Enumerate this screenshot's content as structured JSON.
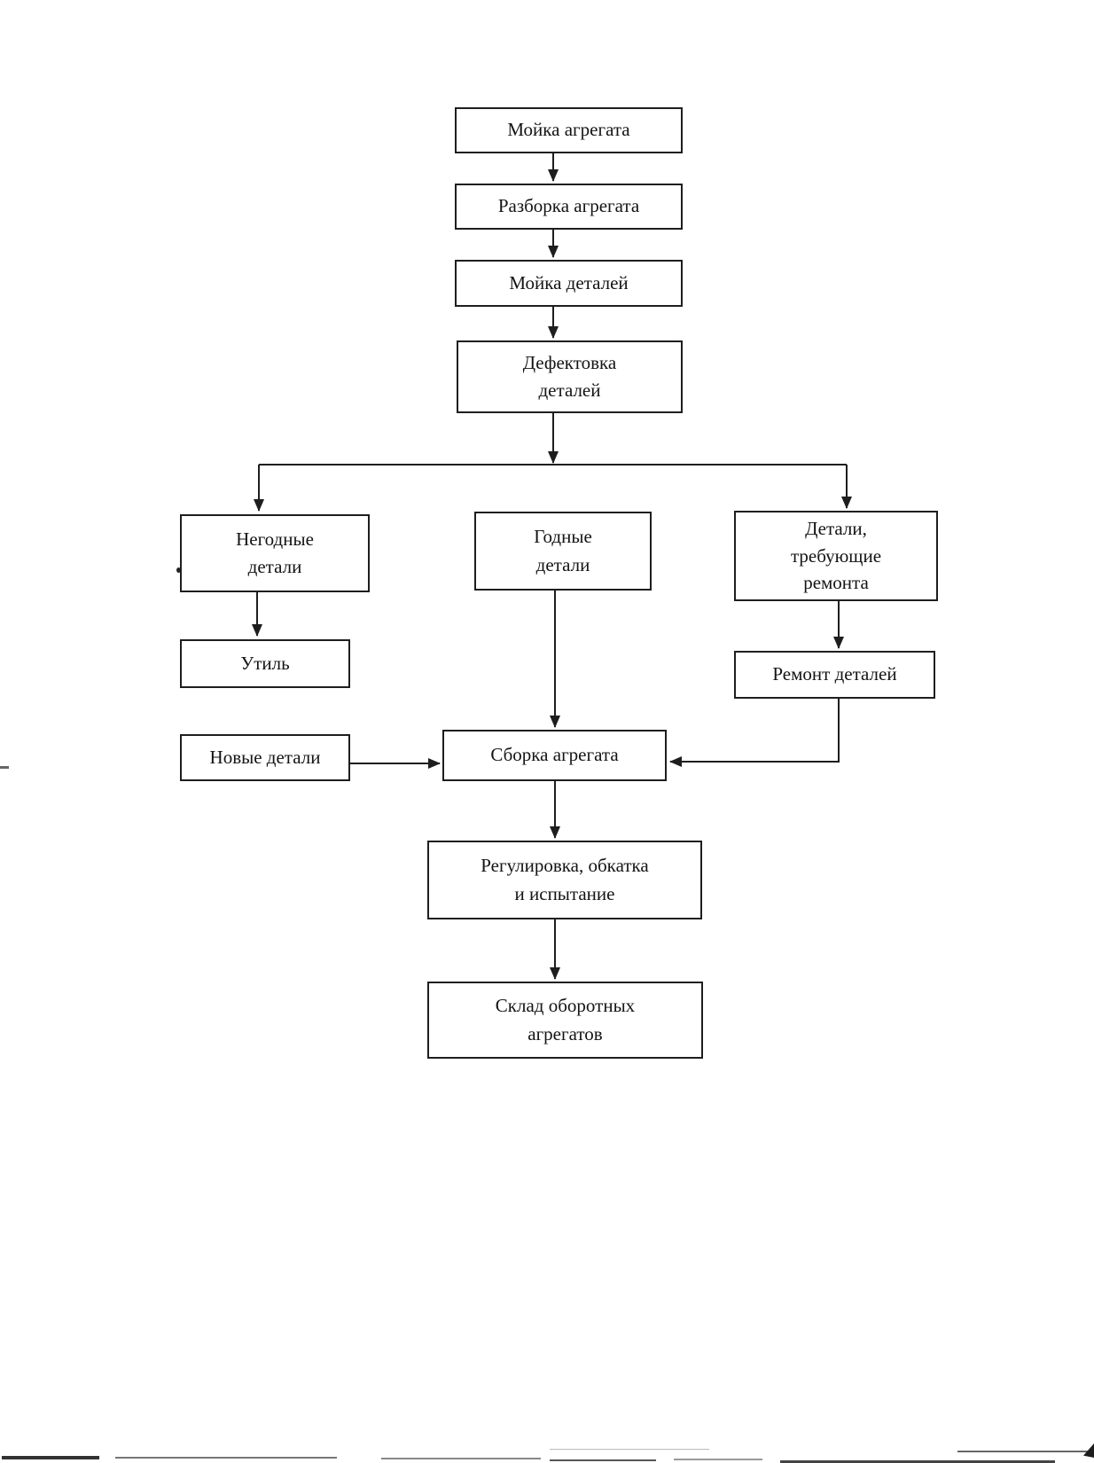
{
  "diagram": {
    "type": "flowchart",
    "language": "ru",
    "description": "Unit repair process flowchart (scanned document page)",
    "nodes": {
      "unit_washing": {
        "label": "Мойка агрегата"
      },
      "unit_disassembly": {
        "label": "Разборка агрегата"
      },
      "parts_washing": {
        "label": "Мойка деталей"
      },
      "parts_inspection": {
        "label": "Дефектовка\nдеталей"
      },
      "rejected_parts": {
        "label": "Негодные\nдетали"
      },
      "usable_parts": {
        "label": "Годные\nдетали"
      },
      "parts_needing_repair": {
        "label": "Детали,\nтребующие\nремонта"
      },
      "scrap": {
        "label": "Утиль"
      },
      "parts_repair": {
        "label": "Ремонт деталей"
      },
      "new_parts": {
        "label": "Новые детали"
      },
      "unit_assembly": {
        "label": "Сборка агрегата"
      },
      "adjustment_testing": {
        "label": "Регулировка, обкатка\nи испытание"
      },
      "rebuilt_units_warehouse": {
        "label": "Склад оборотных\nагрегатов"
      }
    },
    "edges": [
      {
        "from": "unit_washing",
        "to": "unit_disassembly"
      },
      {
        "from": "unit_disassembly",
        "to": "parts_washing"
      },
      {
        "from": "parts_washing",
        "to": "parts_inspection"
      },
      {
        "from": "parts_inspection",
        "to": "rejected_parts"
      },
      {
        "from": "parts_inspection",
        "to": "usable_parts"
      },
      {
        "from": "parts_inspection",
        "to": "parts_needing_repair"
      },
      {
        "from": "rejected_parts",
        "to": "scrap"
      },
      {
        "from": "usable_parts",
        "to": "unit_assembly"
      },
      {
        "from": "parts_needing_repair",
        "to": "parts_repair"
      },
      {
        "from": "parts_repair",
        "to": "unit_assembly"
      },
      {
        "from": "new_parts",
        "to": "unit_assembly"
      },
      {
        "from": "unit_assembly",
        "to": "adjustment_testing"
      },
      {
        "from": "adjustment_testing",
        "to": "rebuilt_units_warehouse"
      }
    ],
    "colors": {
      "background": "#ffffff",
      "box_border": "#1e1e1e",
      "connector": "#1e1e1e",
      "text": "#141414"
    }
  }
}
